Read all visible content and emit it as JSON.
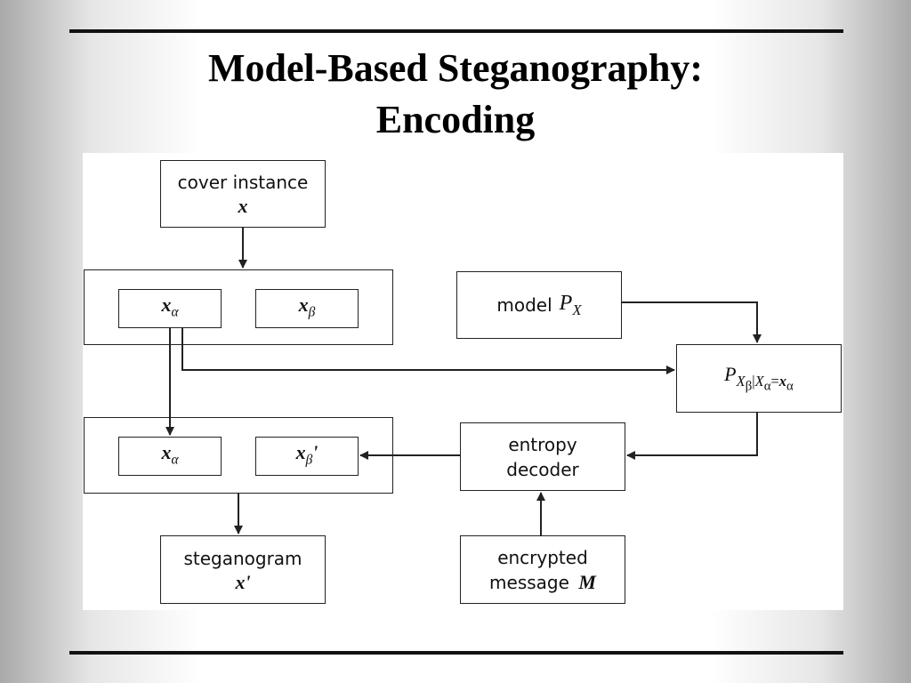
{
  "title": {
    "line1": "Model-Based Steganography:",
    "line2": "Encoding"
  },
  "nodes": {
    "cover": {
      "label": "cover instance",
      "symbol": "x"
    },
    "split_top": {
      "alpha": "x",
      "alpha_sub": "α",
      "beta": "x",
      "beta_sub": "β"
    },
    "model": {
      "label": "model",
      "symbol": "P",
      "symbol_sub": "X"
    },
    "conditional": {
      "p": "P",
      "sub_x": "X",
      "sub_beta": "β",
      "bar": "|",
      "sub_x2": "X",
      "sub_alpha": "α",
      "eq": "=",
      "val_x": "x",
      "val_alpha": "α"
    },
    "split_bottom": {
      "alpha": "x",
      "alpha_sub": "α",
      "beta": "x",
      "beta_sub": "β",
      "beta_prime": "'"
    },
    "decoder": {
      "line1": "entropy",
      "line2": "decoder"
    },
    "stego": {
      "label": "steganogram",
      "symbol": "x'"
    },
    "message": {
      "line1": "encrypted",
      "line2": "message",
      "symbol": "M"
    }
  },
  "colors": {
    "stroke": "#222222",
    "rule": "#111111"
  }
}
